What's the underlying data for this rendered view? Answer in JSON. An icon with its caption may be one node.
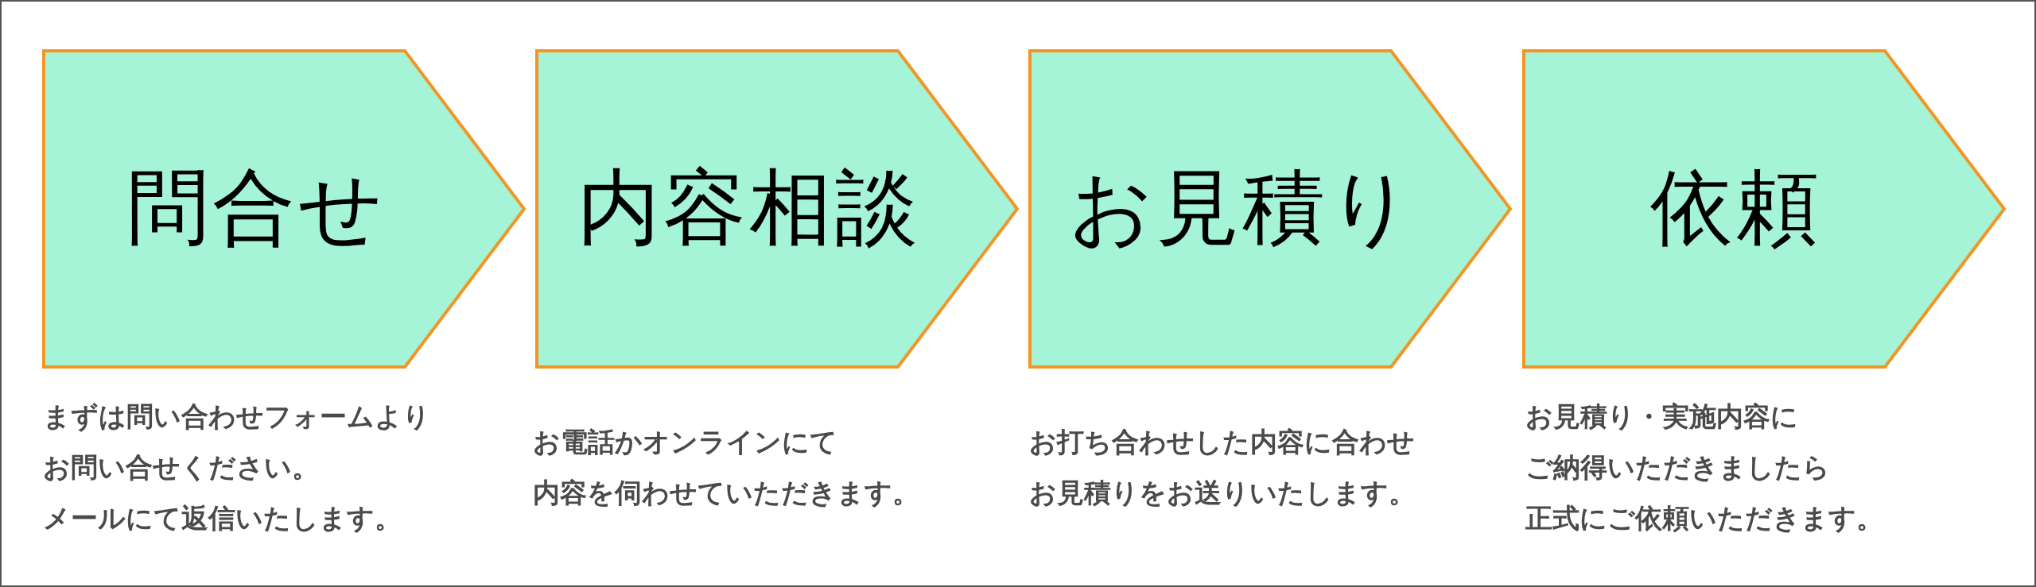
{
  "diagram": {
    "nodes": [
      {
        "text": [
          "問合せ"
        ],
        "beside": [
          "まずは問い合わせフォームより",
          "お問い合せください。",
          "メールにて返信いたします。"
        ]
      },
      {
        "text": [
          "内容相談"
        ],
        "beside": [
          "お電話かオンラインにて",
          "内容を伺わせていただきます。"
        ]
      },
      {
        "text": [
          "お見積り"
        ],
        "beside": [
          "お打ち合わせした内容に合わせ",
          "お見積りをお送りいたします。"
        ]
      },
      {
        "text": [
          "依頼"
        ],
        "beside": [
          "お見積り・実施内容に",
          "ご納得いただきましたら",
          "正式にご依頼いただきます。"
        ]
      }
    ]
  }
}
